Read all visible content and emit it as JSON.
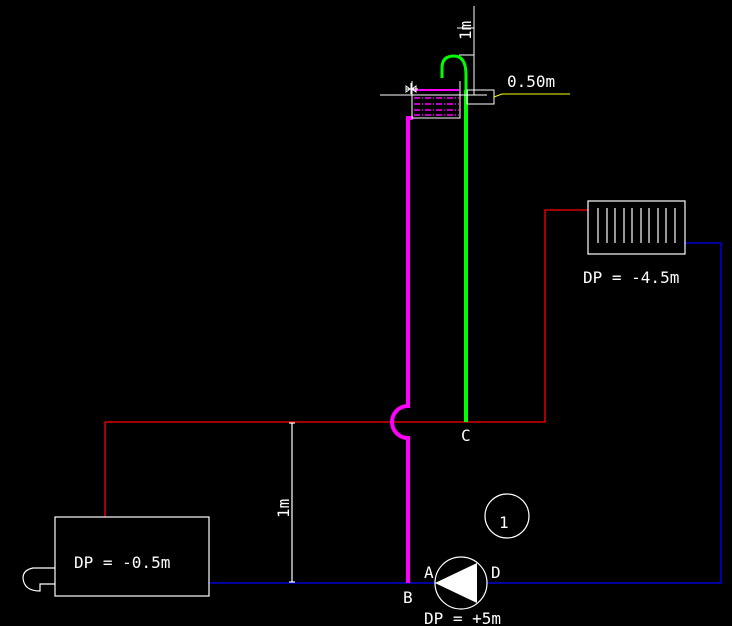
{
  "colors": {
    "supply": "#ff0000",
    "return": "#0000ff",
    "expansion": "#ff00ff",
    "overflow": "#00ff00",
    "dimension": "#ffffff",
    "leader": "#ffff00",
    "background": "#000000"
  },
  "labels": {
    "boiler_dp": "DP = -0.5m",
    "radiator_dp": "DP = -4.5m",
    "pump_dp": "DP = +5m",
    "point_a": "A",
    "point_b": "B",
    "point_c": "C",
    "point_d": "D",
    "circuit_number": "1",
    "dim_left": "1m",
    "dim_top": "1m",
    "water_level": "0.50m"
  }
}
